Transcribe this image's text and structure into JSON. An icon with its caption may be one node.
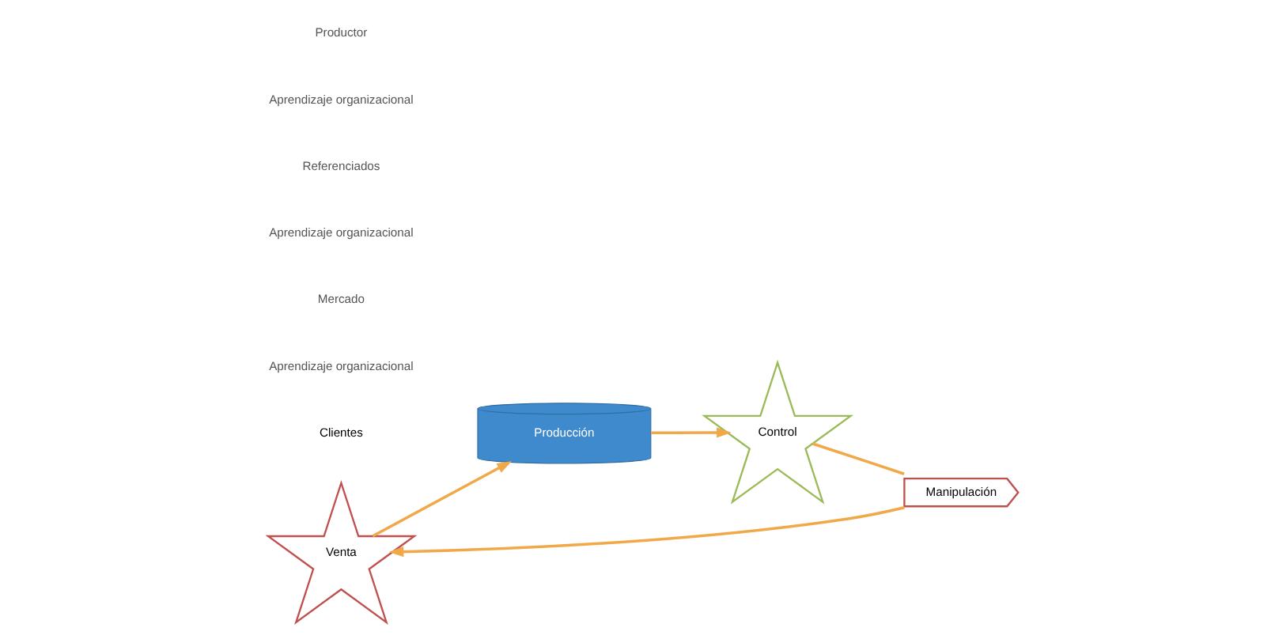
{
  "diagram": {
    "nodes": [
      {
        "text": [
          "Venta"
        ]
      },
      {
        "text": [
          "Manipulación"
        ]
      },
      {
        "text": [
          "Clientes"
        ]
      },
      {
        "text": [
          "Producción"
        ]
      },
      {
        "text": [
          "Control"
        ]
      }
    ],
    "edges": [
      {
        "from": 4,
        "to": 1,
        "arrow": "none",
        "color": "#f0a848"
      },
      {
        "from": 1,
        "to": 0,
        "arrow": "to",
        "color": "#f0a848"
      },
      {
        "from": 0,
        "to": 3,
        "arrow": "to",
        "color": "#f0a848"
      },
      {
        "from": 3,
        "to": 4,
        "arrow": "to",
        "color": "#f0a848"
      }
    ],
    "labels": [
      "Aprendizaje organizacional",
      "Mercado",
      "Aprendizaje organizacional",
      "Referenciados",
      "Aprendizaje organizacional",
      "Productor"
    ]
  }
}
